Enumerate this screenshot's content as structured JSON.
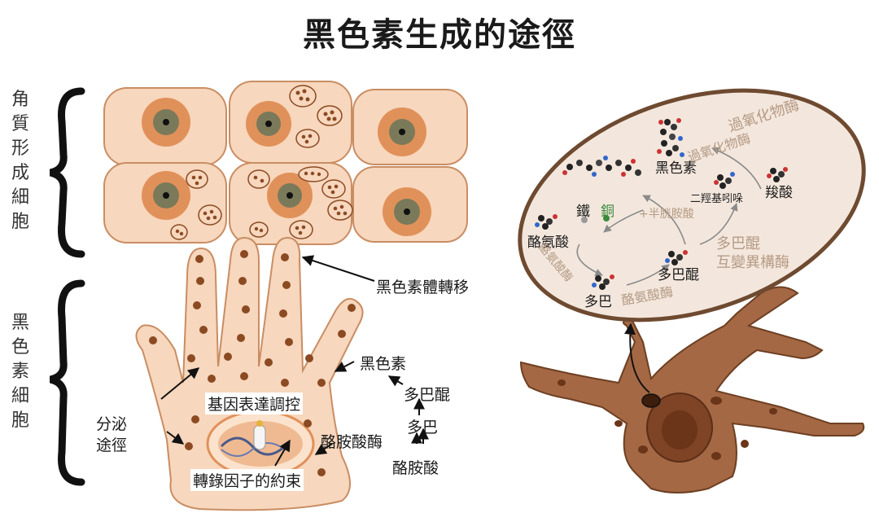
{
  "title": "黑色素生成的途徑",
  "groups": {
    "keratinocyte": "角質形成細胞",
    "melanocyte": "黑色素細胞"
  },
  "left_labels": {
    "transfer": "黑色素體轉移",
    "melanin": "黑色素",
    "dopaquinone": "多巴醌",
    "dopa": "多巴",
    "tyrosinase": "酪胺酸酶",
    "tyrosine": "酪胺酸",
    "gene_expression": "基因表達調控",
    "secretion": "分泌\n途徑",
    "transcription": "轉錄因子的約束"
  },
  "oval_labels": {
    "peroxidase_outer": "過氧化物酶",
    "peroxidase_inner": "過氧化物酶",
    "melanin": "黑色素",
    "dhi": "二羥基吲哚",
    "carboxylic_acid": "羧酸",
    "iron": "鐵",
    "copper": "銅",
    "cysteine": "+半胱胺酸",
    "dopaquinone": "多巴醌",
    "isomerase": "互變異構酶",
    "tyrosine": "酪氨酸",
    "tyrosinase_left": "酪氨酸酶",
    "dopaquinone_center": "多巴醌",
    "dopa": "多巴",
    "tyrosinase_bottom": "酪氨酸酶"
  },
  "colors": {
    "cell_fill": "#f7d7bd",
    "cell_stroke": "#c98d63",
    "halo": "#e0915a",
    "nucleus": "#7a7a5a",
    "granule": "#8b4a22",
    "oval_fill": "#f3e7dd",
    "oval_stroke": "#6e4a30",
    "melanocyte_fill": "#a46844",
    "melanocyte_stroke": "#6d3f22"
  }
}
